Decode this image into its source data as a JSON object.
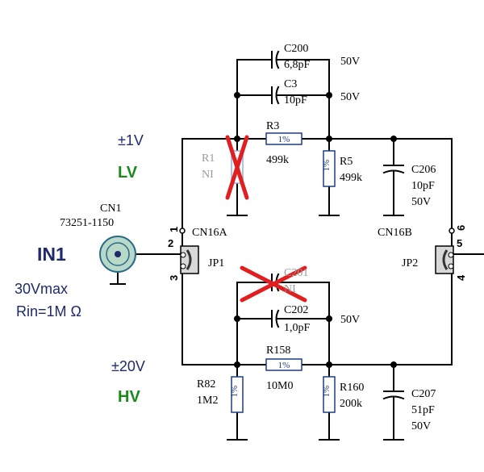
{
  "input": {
    "label": "IN1",
    "connector_ref": "CN1",
    "connector_part": "73251-1150",
    "rating": "30Vmax",
    "impedance": "Rin=1M Ω"
  },
  "ranges": {
    "lv_voltage": "±1V",
    "lv_name": "LV",
    "hv_voltage": "±20V",
    "hv_name": "HV"
  },
  "connectors": {
    "cn16a": "CN16A",
    "cn16b": "CN16B",
    "jp1": "JP1",
    "jp2": "JP2",
    "pin1": "1",
    "pin2": "2",
    "pin3": "3",
    "pin4": "4",
    "pin5": "5",
    "pin6": "6"
  },
  "components": {
    "c200": {
      "ref": "C200",
      "value": "6,8pF",
      "rating": "50V"
    },
    "c3": {
      "ref": "C3",
      "value": "10pF",
      "rating": "50V"
    },
    "r3": {
      "ref": "R3",
      "value": "499k",
      "tol": "1%"
    },
    "r1": {
      "ref": "R1",
      "value": "NI"
    },
    "r5": {
      "ref": "R5",
      "value": "499k",
      "tol": "1%"
    },
    "c206": {
      "ref": "C206",
      "value": "10pF",
      "rating": "50V"
    },
    "c201": {
      "ref": "C201",
      "value": "NI"
    },
    "c202": {
      "ref": "C202",
      "value": "1,0pF",
      "rating": "50V"
    },
    "r158": {
      "ref": "R158",
      "value": "10M0",
      "tol": "1%"
    },
    "r82": {
      "ref": "R82",
      "value": "1M2",
      "tol": "1%"
    },
    "r160": {
      "ref": "R160",
      "value": "200k",
      "tol": "1%"
    },
    "c207": {
      "ref": "C207",
      "value": "51pF",
      "rating": "50V"
    }
  },
  "colors": {
    "wire": "#000000",
    "label_blue": "#1f2a6b",
    "label_green": "#1b8a1b",
    "not_installed_cross": "#e02020",
    "connector_fill": "#b8d8c8",
    "resistor_outline": "#1f3c88"
  }
}
